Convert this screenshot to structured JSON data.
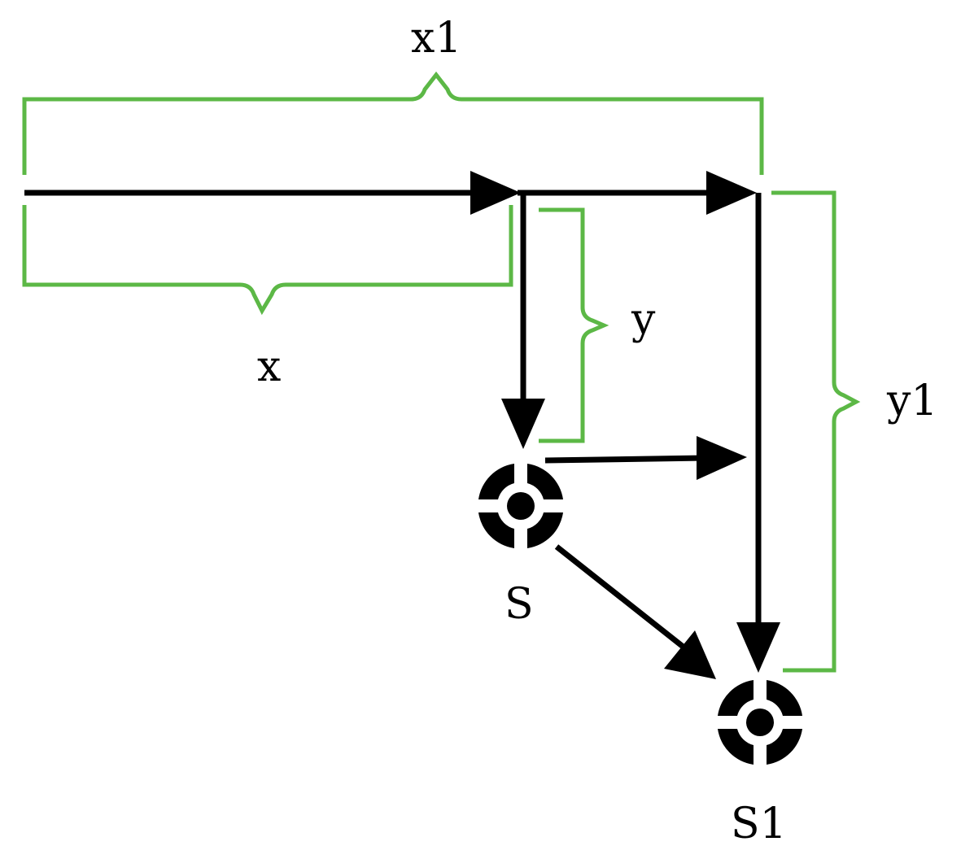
{
  "labels": {
    "x1": "x1",
    "x": "x",
    "y": "y",
    "y1": "y1",
    "s": "S",
    "s1": "S1"
  },
  "colors": {
    "brace": "#5cb846",
    "arrow": "#000000"
  },
  "icons": {
    "target_marker": "crosshair-target-icon"
  }
}
